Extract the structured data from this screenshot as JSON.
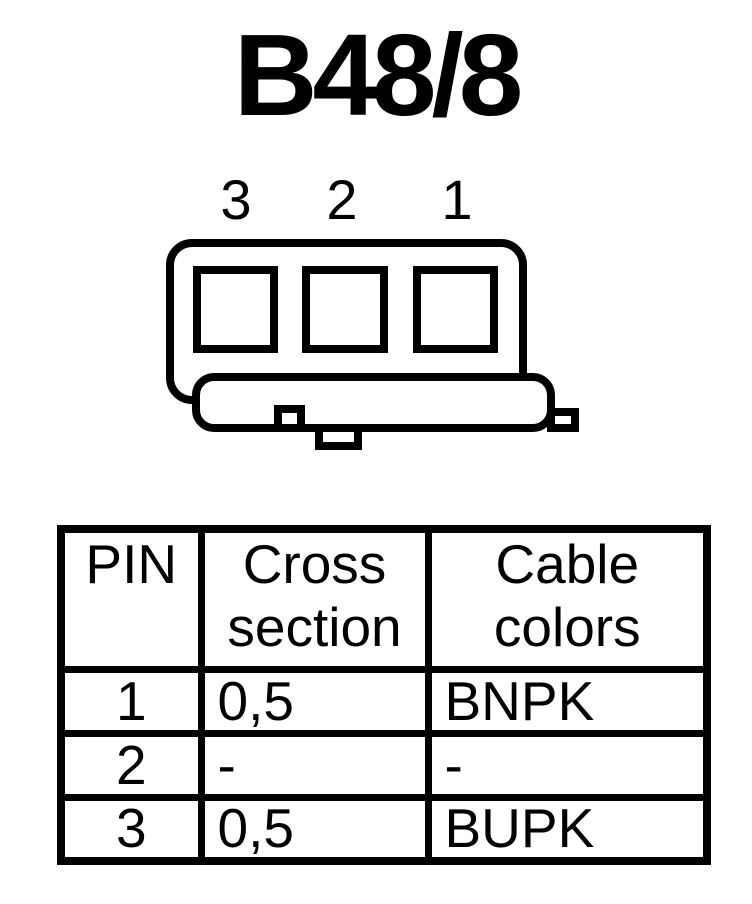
{
  "title": "B48/8",
  "connector": {
    "pin_labels": [
      "3",
      "2",
      "1"
    ]
  },
  "table": {
    "headers": [
      "PIN",
      "Cross section",
      "Cable colors"
    ],
    "rows": [
      {
        "pin": "1",
        "cross_section": "0,5",
        "cable_color": "BNPK"
      },
      {
        "pin": "2",
        "cross_section": "-",
        "cable_color": "-"
      },
      {
        "pin": "3",
        "cross_section": "0,5",
        "cable_color": "BUPK"
      }
    ]
  },
  "colors": {
    "ink": "#000000",
    "background": "#ffffff"
  }
}
